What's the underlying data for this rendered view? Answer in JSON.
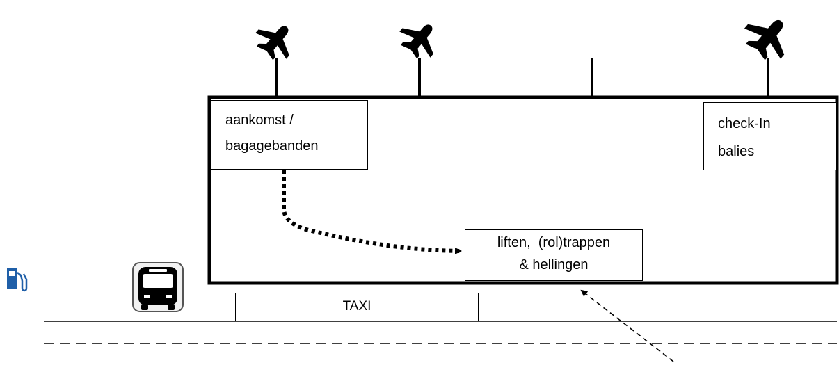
{
  "labels": {
    "arrival": [
      "aankomst /",
      "bagagebanden"
    ],
    "checkin": [
      "check-In",
      "balies"
    ],
    "lifts": [
      "liften,  (rol)trappen",
      "& hellingen"
    ],
    "taxi": "TAXI"
  },
  "icons": {
    "airplanes": [
      "airplane-icon",
      "airplane-icon",
      "airplane-icon"
    ],
    "fuel": "fuel-pump-icon",
    "bus": "bus-icon"
  },
  "colors": {
    "fuel_icon": "#1f5fa8",
    "line": "#000000"
  }
}
